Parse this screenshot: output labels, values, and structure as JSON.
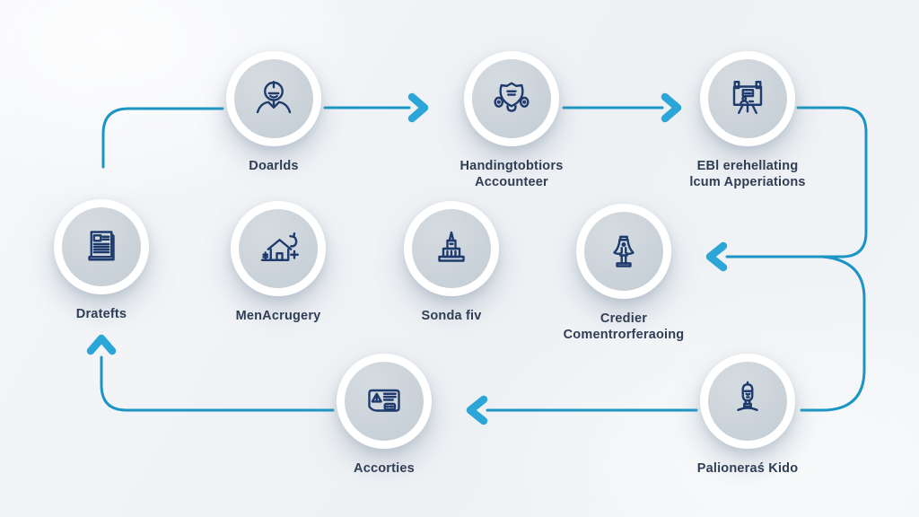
{
  "colors": {
    "line": "#1d95c4",
    "arrow": "#2ca6d8",
    "icon": "#1f3b6d",
    "circle_fill": "#cad2d9",
    "label": "#2f3d55",
    "background": "#f1f3f6"
  },
  "diagram": {
    "type": "process-flow",
    "nodes": [
      {
        "id": "doarlds",
        "label_lines": [
          "Doarlds"
        ],
        "icon": "person-profile-icon"
      },
      {
        "id": "handingtobtiors",
        "label_lines": [
          "Handingtobtiors",
          "Accounteer"
        ],
        "icon": "shield-wheels-icon"
      },
      {
        "id": "ebl",
        "label_lines": [
          "EBl erehellating",
          "lcum Apperiations"
        ],
        "icon": "presentation-board-icon"
      },
      {
        "id": "dratefts",
        "label_lines": [
          "Dratefts"
        ],
        "icon": "newspaper-icon"
      },
      {
        "id": "menacrugery",
        "label_lines": [
          "MenAcrugery"
        ],
        "icon": "house-plus-icon"
      },
      {
        "id": "sondafiv",
        "label_lines": [
          "Sonda fiv"
        ],
        "icon": "monument-icon"
      },
      {
        "id": "credier",
        "label_lines": [
          "Credier",
          "Comentrorferaoing"
        ],
        "icon": "statue-icon"
      },
      {
        "id": "accorties",
        "label_lines": [
          "Accorties"
        ],
        "icon": "card-warning-icon"
      },
      {
        "id": "palioneras",
        "label_lines": [
          "Palioneraś Kido"
        ],
        "icon": "bust-icon"
      }
    ],
    "connections": [
      {
        "from": "doarlds",
        "to": "handingtobtiors",
        "arrowhead": true
      },
      {
        "from": "handingtobtiors",
        "to": "ebl",
        "arrowhead": true
      },
      {
        "from": "ebl",
        "to": "credier",
        "arrowhead": true
      },
      {
        "from": "ebl",
        "to": "palioneras",
        "arrowhead": false
      },
      {
        "from": "palioneras",
        "to": "accorties",
        "arrowhead": true
      },
      {
        "from": "accorties",
        "to": "dratefts",
        "arrowhead": true
      },
      {
        "from": "dratefts",
        "to": "doarlds",
        "arrowhead": false
      }
    ]
  }
}
